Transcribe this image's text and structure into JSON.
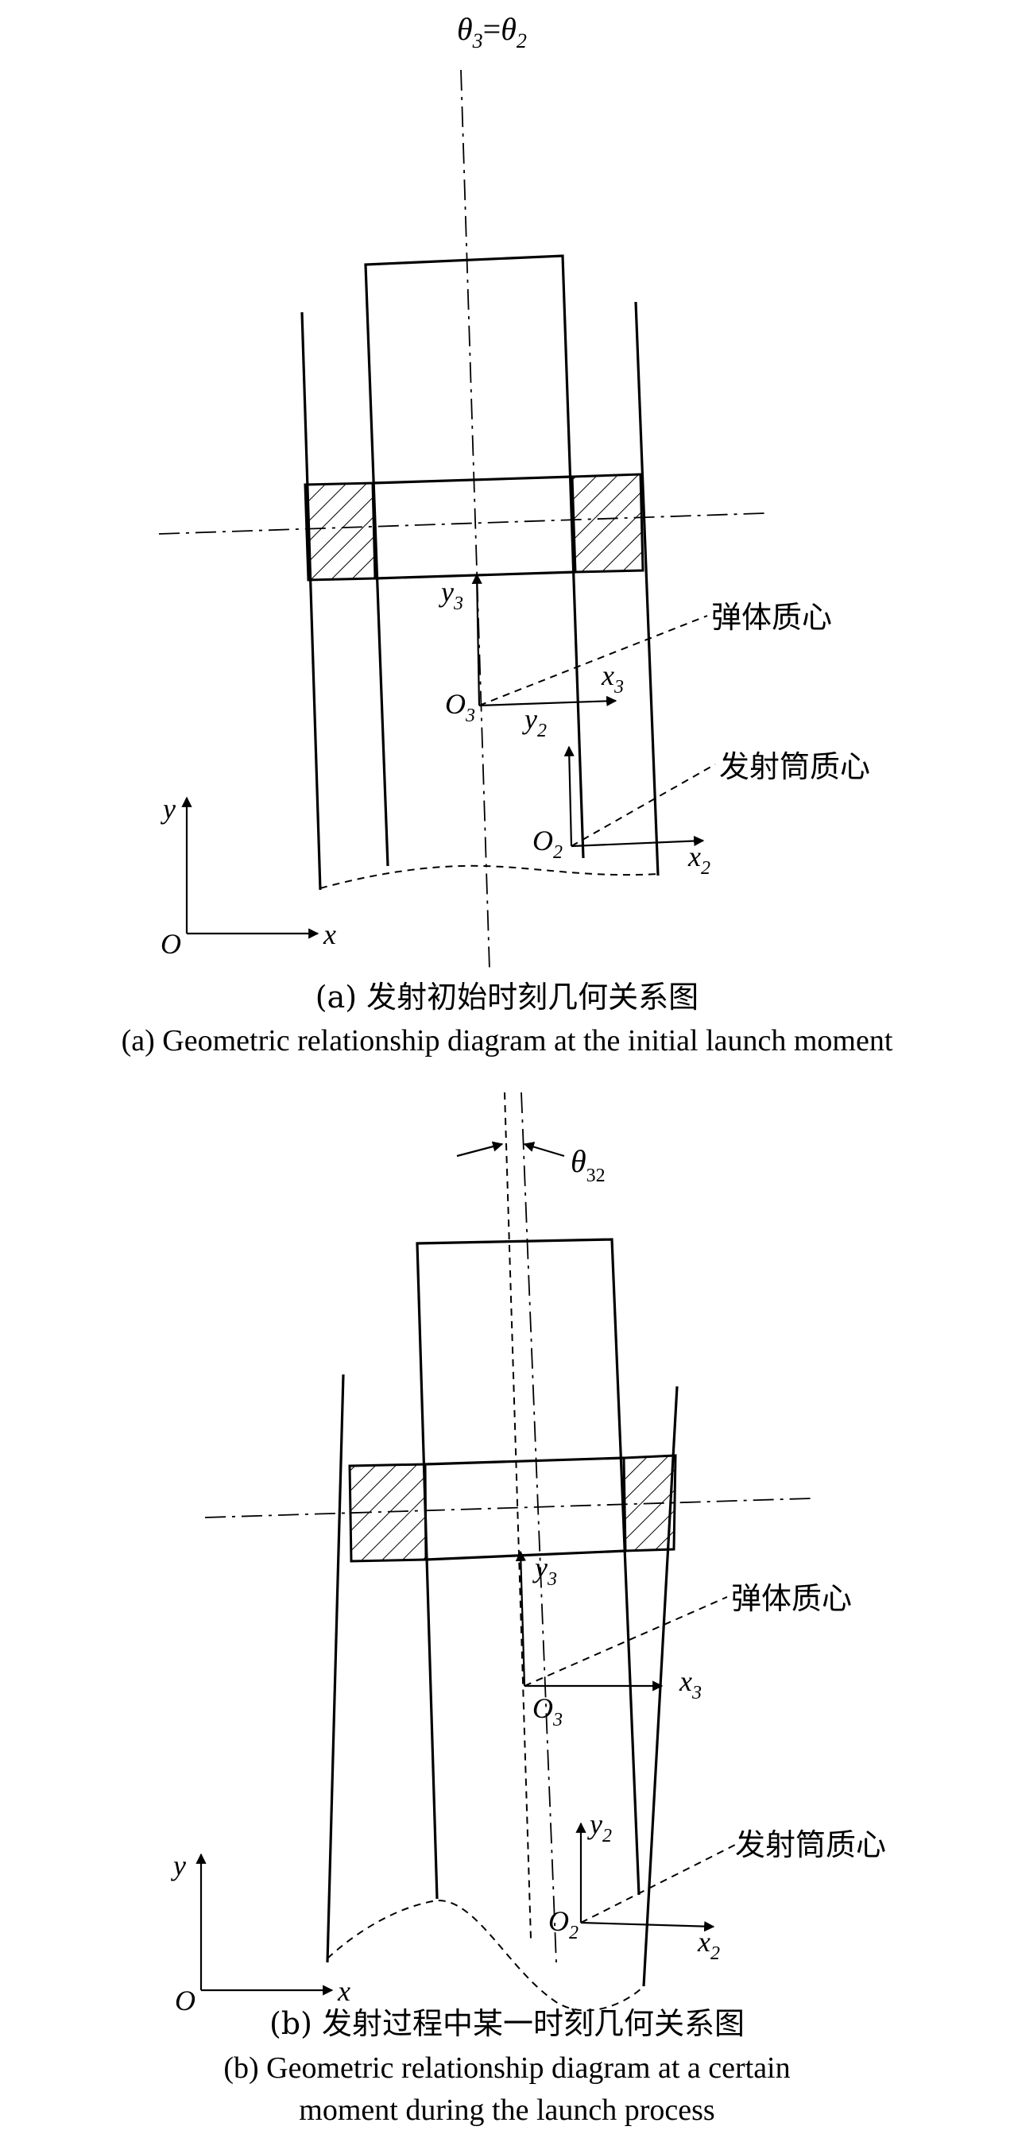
{
  "figure_a": {
    "top_label": {
      "theta_left": "θ",
      "sub_left": "3",
      "eq": "=",
      "theta_right": "θ",
      "sub_right": "2"
    },
    "y3": {
      "text": "y",
      "sub": "3"
    },
    "x3": {
      "text": "x",
      "sub": "3"
    },
    "O3": {
      "text": "O",
      "sub": "3"
    },
    "y2": {
      "text": "y",
      "sub": "2"
    },
    "x2": {
      "text": "x",
      "sub": "2"
    },
    "O2": {
      "text": "O",
      "sub": "2"
    },
    "y": "y",
    "x": "x",
    "O": "O",
    "projectile_cg": "弹体质心",
    "tube_cg": "发射筒质心",
    "caption_cn": "(a) 发射初始时刻几何关系图",
    "caption_en": "(a) Geometric relationship diagram at the initial launch moment"
  },
  "figure_b": {
    "theta": {
      "text": "θ",
      "sub": "32"
    },
    "y3": {
      "text": "y",
      "sub": "3"
    },
    "x3": {
      "text": "x",
      "sub": "3"
    },
    "O3": {
      "text": "O",
      "sub": "3"
    },
    "y2": {
      "text": "y",
      "sub": "2"
    },
    "x2": {
      "text": "x",
      "sub": "2"
    },
    "O2": {
      "text": "O",
      "sub": "2"
    },
    "y": "y",
    "x": "x",
    "O": "O",
    "projectile_cg": "弹体质心",
    "tube_cg": "发射筒质心",
    "caption_cn": "(b) 发射过程中某一时刻几何关系图",
    "caption_en_line1": "(b) Geometric relationship diagram at a certain",
    "caption_en_line2": "moment during the launch process"
  }
}
